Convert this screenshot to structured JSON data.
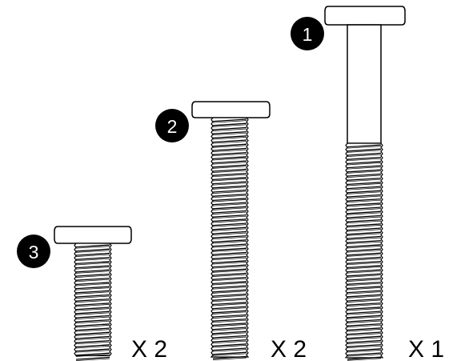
{
  "screws": [
    {
      "number": "1",
      "quantity_label": "X 1",
      "threaded": "partial"
    },
    {
      "number": "2",
      "quantity_label": "X 2",
      "threaded": "full"
    },
    {
      "number": "3",
      "quantity_label": "X 2",
      "threaded": "full"
    }
  ],
  "colors": {
    "line": "#000000",
    "badge": "#000000",
    "badge_text": "#ffffff",
    "background": "#ffffff"
  }
}
